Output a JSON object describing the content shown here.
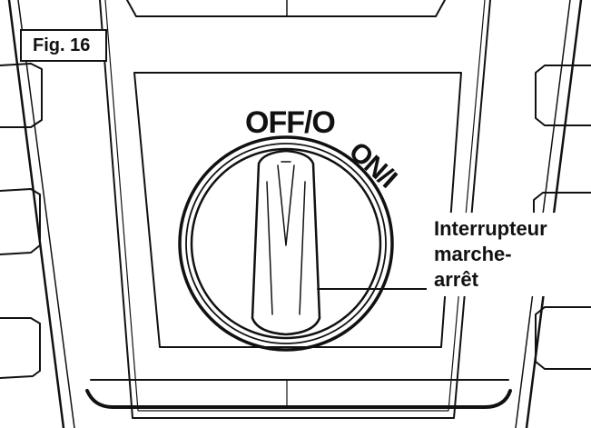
{
  "figure": {
    "label": "Fig. 16"
  },
  "switch_labels": {
    "off": "OFF/O",
    "on": "ON/I"
  },
  "callout": {
    "line1": "Interrupteur",
    "line2": "marche-",
    "line3": "arrêt"
  }
}
